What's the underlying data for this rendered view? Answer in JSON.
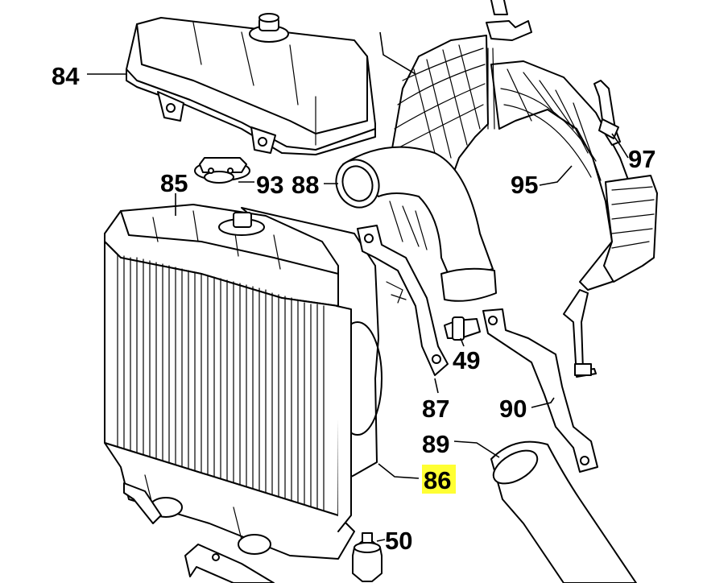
{
  "diagram": {
    "highlight_color": "#ffff33",
    "line_color": "#000000",
    "background": "#ffffff",
    "labels": {
      "p84": "84",
      "p85": "85",
      "p93": "93",
      "p88": "88",
      "p95": "95",
      "p97": "97",
      "p49": "49",
      "p87": "87",
      "p90": "90",
      "p89": "89",
      "p86": "86",
      "p50": "50"
    },
    "highlighted_part": "86"
  }
}
